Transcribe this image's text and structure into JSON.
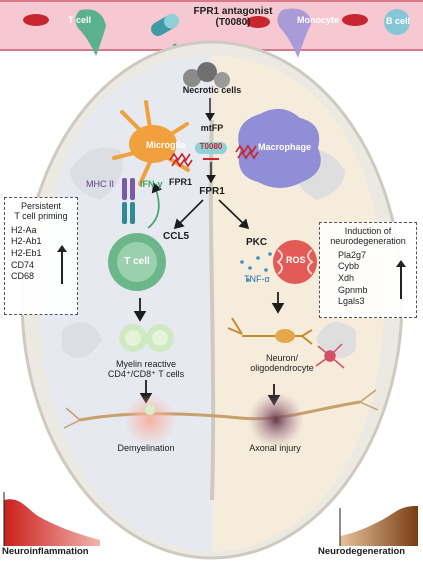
{
  "header": {
    "antagonist_line1": "FPR1 antagonist",
    "antagonist_line2": "(T0080)",
    "t_cell": "T cell",
    "monocyte": "Monocyte",
    "b_cell": "B cell"
  },
  "center": {
    "necrotic_cells": "Necrotic cells",
    "mtfp": "mtFP",
    "t0080": "T0080",
    "fpr1_receptor": "FPR1",
    "fpr1_main": "FPR1"
  },
  "left": {
    "microglia": "Microglia",
    "mhc_ii": "MHC II",
    "ifn_gamma": "IFN-γ",
    "ccl5": "CCL5",
    "t_cell_center": "T cell",
    "myelin_line1": "Myelin reactive",
    "myelin_line2": "CD4⁺/CD8⁺ T cells",
    "demyelination": "Demyelination"
  },
  "right": {
    "macrophage": "Macrophage",
    "pkc": "PKC",
    "ros": "ROS",
    "tnf_alpha": "TNF-α",
    "neuron_line1": "Neuron/",
    "neuron_line2": "oligodendrocyte",
    "axonal_injury": "Axonal injury"
  },
  "left_box": {
    "title_line1": "Persistent",
    "title_line2": "T cell priming",
    "genes": [
      "H2-Aa",
      "H2-Ab1",
      "H2-Eb1",
      "CD74",
      "CD68"
    ]
  },
  "right_box": {
    "title_line1": "Induction of",
    "title_line2": "neurodegeneration",
    "genes": [
      "Pla2g7",
      "Cybb",
      "Xdh",
      "Gpnmb",
      "Lgals3"
    ]
  },
  "footer": {
    "neuroinflammation": "Neuroinflammation",
    "neurodegeneration": "Neurodegeneration"
  },
  "colors": {
    "vessel": "#f6c9d2",
    "vessel_line": "#d9798a",
    "left_bg": "#eef0f6",
    "right_bg": "#f8efe1",
    "microglia": "#f0a03c",
    "macrophage": "#8f8ed6",
    "t_cell": "#6bb78a",
    "neuroinflammation": "#d23a34",
    "neurodegeneration": "#9a5a2b"
  }
}
